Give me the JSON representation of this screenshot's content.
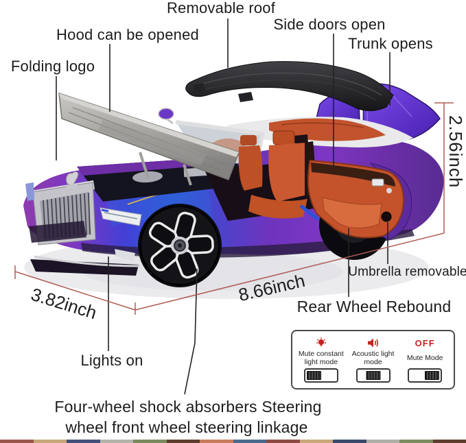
{
  "annotations": {
    "removable_roof": "Removable roof",
    "hood": "Hood can be opened",
    "side_doors": "Side doors open",
    "trunk": "Trunk opens",
    "folding_logo": "Folding logo",
    "umbrella": "Umbrella removable",
    "rear_wheel": "Rear Wheel Rebound",
    "lights_on": "Lights on",
    "bottom_feature_line1": "Four-wheel shock absorbers Steering",
    "bottom_feature_line2": "wheel front wheel steering linkage"
  },
  "dimensions": {
    "height": "2.56inch",
    "width": "3.82inch",
    "length": "8.66inch"
  },
  "mode_panel": {
    "modes": [
      {
        "icon": "bulb-icon",
        "status": "",
        "line1": "Mute constant",
        "line2": "light mode",
        "switch_position": "left"
      },
      {
        "icon": "speaker-icon",
        "status": "",
        "line1": "Acoustic light mode",
        "line2": "",
        "switch_position": "center"
      },
      {
        "icon": "",
        "status": "OFF",
        "line1": "Mute Mode",
        "line2": "",
        "switch_position": "right"
      }
    ]
  },
  "colors": {
    "accent_red": "#c42420",
    "measure_line": "#b05c54",
    "leader_line": "#222222",
    "body_purple": "#7c36c2",
    "body_blue": "#2f5ed8",
    "interior_orange": "#c4532c",
    "roof_black": "#26262a"
  },
  "bottom_strip": {
    "colors": [
      "#9a564a",
      "#c8a87a",
      "#42507a",
      "#b4b4aa",
      "#7a8a5c",
      "#5c3c2c",
      "#c87c5c",
      "#4a6a8c",
      "#8c4a42",
      "#caa87c",
      "#3a4a6c",
      "#b0b0a8",
      "#7c8c5e",
      "#5e3e2e"
    ]
  }
}
